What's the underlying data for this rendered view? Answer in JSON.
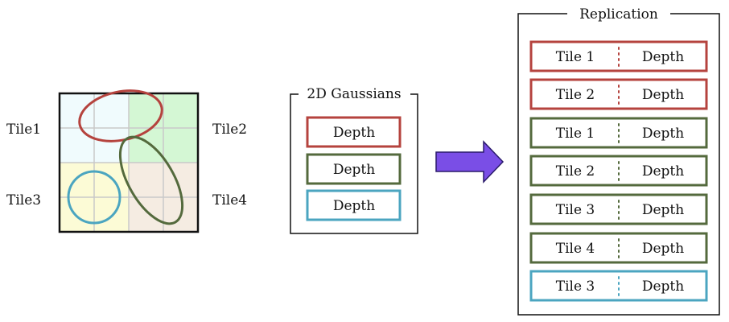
{
  "colors": {
    "red": "#b5433e",
    "green": "#546a3d",
    "cyan": "#4ba5c0",
    "arrow_fill": "#7a4ee6",
    "arrow_stroke": "#2a1a6a",
    "tile1_bg": "#f0fbfd",
    "tile2_bg": "#d4f7d4",
    "tile3_bg": "#fcfbd6",
    "tile4_bg": "#f5ece2"
  },
  "tile_labels": [
    "Tile1",
    "Tile2",
    "Tile3",
    "Tile4"
  ],
  "gaussians": {
    "title": "2D Gaussians",
    "items": [
      {
        "label": "Depth",
        "color": "red"
      },
      {
        "label": "Depth",
        "color": "green"
      },
      {
        "label": "Depth",
        "color": "cyan"
      }
    ]
  },
  "replication": {
    "title": "Replication",
    "rows": [
      {
        "tile": "Tile 1",
        "depth": "Depth",
        "color": "red"
      },
      {
        "tile": "Tile 2",
        "depth": "Depth",
        "color": "red"
      },
      {
        "tile": "Tile 1",
        "depth": "Depth",
        "color": "green"
      },
      {
        "tile": "Tile 2",
        "depth": "Depth",
        "color": "green"
      },
      {
        "tile": "Tile 3",
        "depth": "Depth",
        "color": "green"
      },
      {
        "tile": "Tile 4",
        "depth": "Depth",
        "color": "green"
      },
      {
        "tile": "Tile 3",
        "depth": "Depth",
        "color": "cyan"
      }
    ]
  }
}
